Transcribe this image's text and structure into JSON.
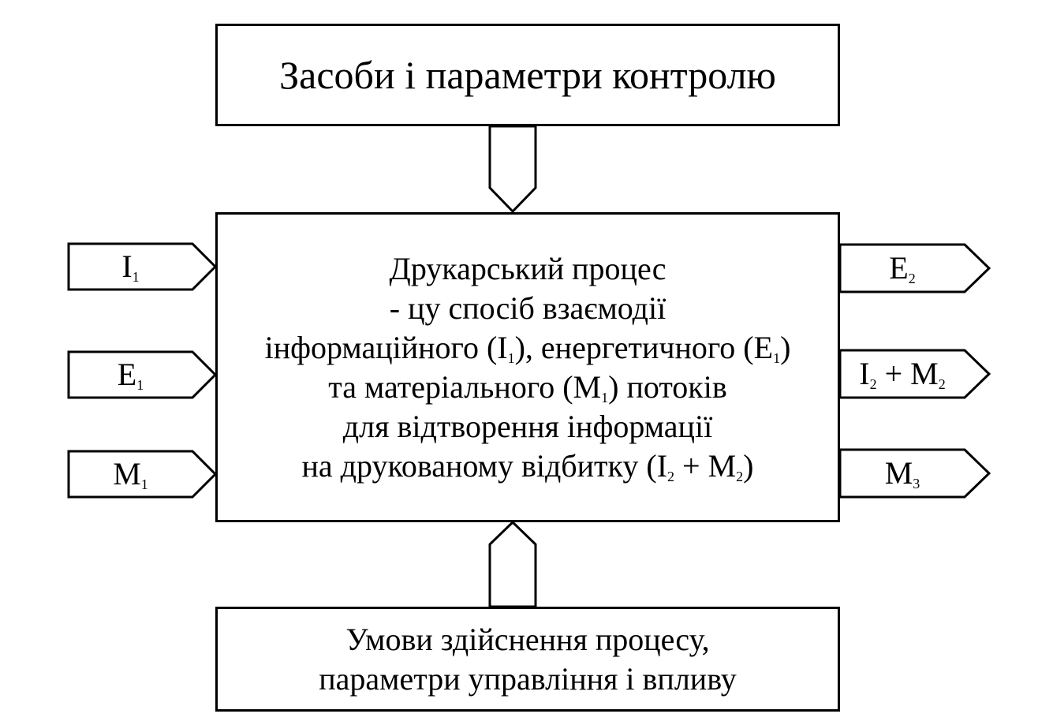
{
  "top_box": {
    "text": "Засоби і параметри контролю"
  },
  "center_box": {
    "line1": "Друкарський процес",
    "line2": "- цу спосіб взаємодії",
    "line3_a": "інформаційного (I",
    "line3_sub1": "1",
    "line3_b": "), енергетичного (E",
    "line3_sub2": "1",
    "line3_c": ")",
    "line4_a": "та матеріального (M",
    "line4_sub": "1",
    "line4_b": ") потоків",
    "line5": "для відтворення інформації",
    "line6_a": "на друкованому відбитку (I",
    "line6_sub1": "2",
    "line6_b": " + M",
    "line6_sub2": "2",
    "line6_c": ")"
  },
  "bottom_box": {
    "line1": "Умови здійснення процесу,",
    "line2": "параметри управління і впливу"
  },
  "inputs": [
    {
      "main": "I",
      "sub": "1"
    },
    {
      "main": "E",
      "sub": "1"
    },
    {
      "main": "M",
      "sub": "1"
    }
  ],
  "outputs": [
    {
      "main": "E",
      "sub": "2"
    },
    {
      "main_a": "I",
      "sub_a": "2",
      "mid": " + M",
      "sub_b": "2"
    },
    {
      "main": "M",
      "sub": "3"
    }
  ]
}
